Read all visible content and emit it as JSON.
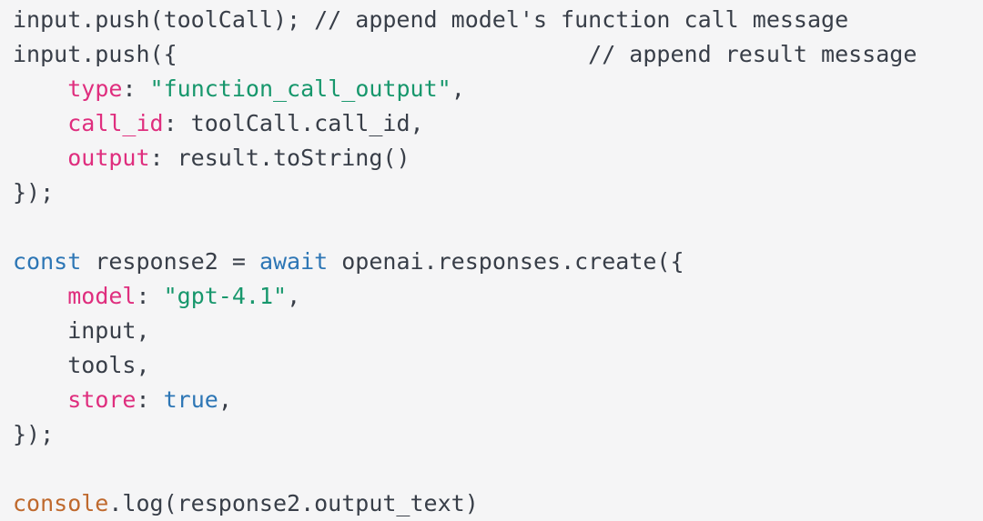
{
  "code_block": {
    "background": "#f5f5f6",
    "language": "javascript",
    "colors": {
      "default": "#383e48",
      "property": "#df2e7e",
      "string": "#17976c",
      "keyword": "#2d76b5",
      "builtin": "#bf692d"
    },
    "lines": [
      [
        {
          "t": "input.push(toolCall); // append model's function call message",
          "c": "default"
        }
      ],
      [
        {
          "t": "input.push({                              // append result message",
          "c": "default"
        }
      ],
      [
        {
          "t": "    ",
          "c": "default"
        },
        {
          "t": "type",
          "c": "property"
        },
        {
          "t": ": ",
          "c": "default"
        },
        {
          "t": "\"function_call_output\"",
          "c": "string"
        },
        {
          "t": ",",
          "c": "default"
        }
      ],
      [
        {
          "t": "    ",
          "c": "default"
        },
        {
          "t": "call_id",
          "c": "property"
        },
        {
          "t": ": toolCall.call_id,",
          "c": "default"
        }
      ],
      [
        {
          "t": "    ",
          "c": "default"
        },
        {
          "t": "output",
          "c": "property"
        },
        {
          "t": ": result.toString()",
          "c": "default"
        }
      ],
      [
        {
          "t": "});",
          "c": "default"
        }
      ],
      [],
      [
        {
          "t": "const",
          "c": "keyword"
        },
        {
          "t": " response2 = ",
          "c": "default"
        },
        {
          "t": "await",
          "c": "keyword"
        },
        {
          "t": " openai.responses.create({",
          "c": "default"
        }
      ],
      [
        {
          "t": "    ",
          "c": "default"
        },
        {
          "t": "model",
          "c": "property"
        },
        {
          "t": ": ",
          "c": "default"
        },
        {
          "t": "\"gpt-4.1\"",
          "c": "string"
        },
        {
          "t": ",",
          "c": "default"
        }
      ],
      [
        {
          "t": "    input,",
          "c": "default"
        }
      ],
      [
        {
          "t": "    tools,",
          "c": "default"
        }
      ],
      [
        {
          "t": "    ",
          "c": "default"
        },
        {
          "t": "store",
          "c": "property"
        },
        {
          "t": ": ",
          "c": "default"
        },
        {
          "t": "true",
          "c": "keyword"
        },
        {
          "t": ",",
          "c": "default"
        }
      ],
      [
        {
          "t": "});",
          "c": "default"
        }
      ],
      [],
      [
        {
          "t": "console",
          "c": "builtin"
        },
        {
          "t": ".log(response2.output_text)",
          "c": "default"
        }
      ]
    ]
  }
}
